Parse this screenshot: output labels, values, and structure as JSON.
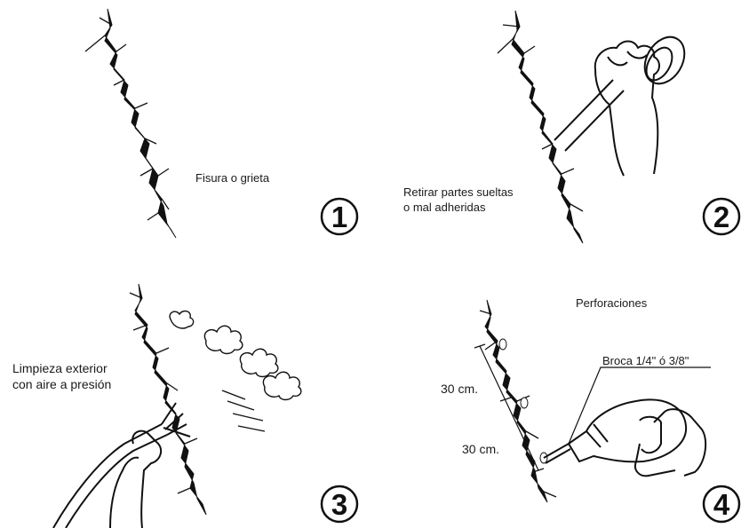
{
  "panels": [
    {
      "step": "1",
      "caption": [
        "Fisura o grieta"
      ]
    },
    {
      "step": "2",
      "caption": [
        "Retirar partes sueltas",
        "o mal adheridas"
      ]
    },
    {
      "step": "3",
      "caption": [
        "Limpieza exterior",
        "con aire a presión"
      ]
    },
    {
      "step": "4",
      "caption": [
        "Perforaciones"
      ]
    }
  ],
  "drill_bit_label": "Broca 1/4\" ó 3/8\"",
  "spacing_labels": [
    "30 cm.",
    "30 cm."
  ],
  "colors": {
    "ink": "#111111",
    "background": "#ffffff"
  }
}
